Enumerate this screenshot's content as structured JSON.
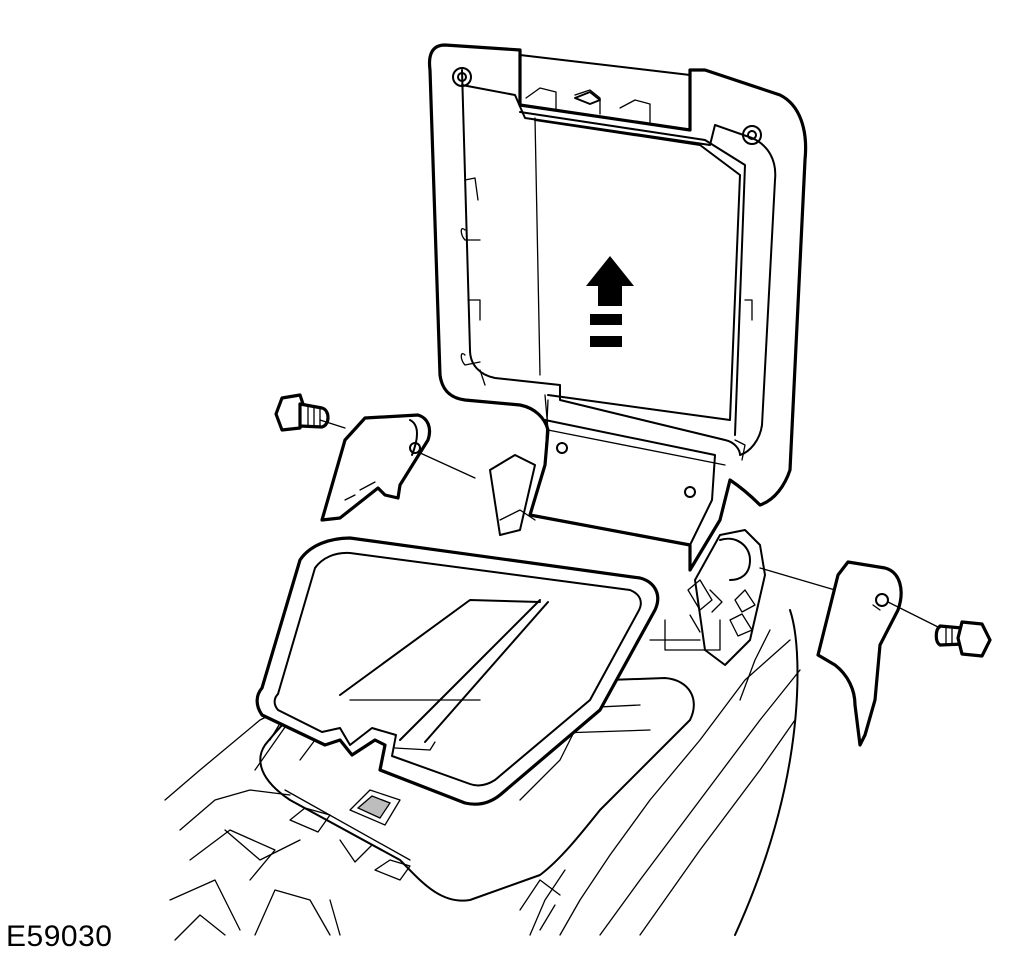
{
  "figure": {
    "code": "E59030"
  },
  "parts": {
    "lid": "armrest-lid",
    "tray": "storage-tray",
    "left_cover": "left-hinge-cover",
    "right_cover": "right-hinge-cover",
    "left_bolt": "left-bolt",
    "right_bolt": "right-bolt",
    "arrow": "up-arrow-icon"
  },
  "colors": {
    "line": "#000000",
    "background": "#ffffff",
    "shade": "#bdbdbd"
  }
}
